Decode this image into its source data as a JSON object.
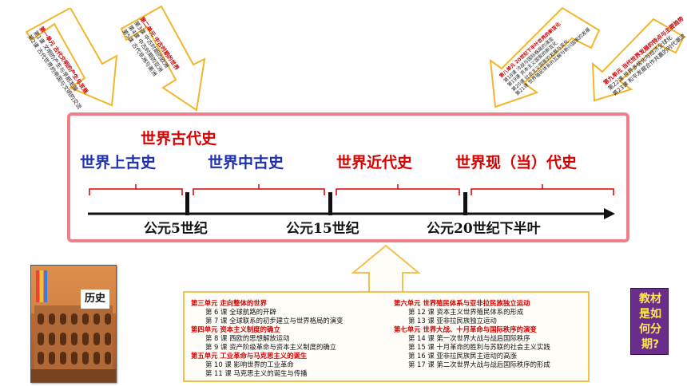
{
  "arrows": {
    "top_left_1": {
      "unit": "第一单元 古代文明的产生与发展",
      "lines": [
        "第1课 文明的产生与早期发展",
        "第2课 古代世界的帝国与文明的交流"
      ]
    },
    "top_left_2": {
      "unit": "第二单元 中古时期的世界",
      "lines": [
        "第3课 中古时期的欧洲",
        "第4课 中古时期的亚洲",
        "第5课 古代非洲与美洲"
      ]
    },
    "top_right_1": {
      "unit": "第八单元 20世纪下半叶世界的新变化",
      "lines": [
        "第18课 冷战与国际格局的演变",
        "第19课 资本主义国家的新变化",
        "第20课 社会主义国家的发展与变化",
        "第21课 世界殖民体系的瓦解与新兴国家的发展"
      ]
    },
    "top_right_2": {
      "unit": "第九单元 当代世界发展的特点与主要趋势",
      "lines": [
        "第22课 世界多极化与经济全球化",
        "第23课 和平发展合作共赢的时代潮流"
      ]
    }
  },
  "timeline": {
    "era_ancient": "世界古代史",
    "era_early": "世界上古史",
    "era_medieval": "世界中古史",
    "era_modern": "世界近代史",
    "era_contemporary": "世界现（当）代史",
    "date_1": "公元5世纪",
    "date_2": "公元15世纪",
    "date_3": "公元20世纪下半叶"
  },
  "bottom_box": {
    "left_col": [
      {
        "unit": true,
        "text": "第三单元  走向整体的世界"
      },
      {
        "unit": false,
        "text": "第 6 课  全球航路的开辟"
      },
      {
        "unit": false,
        "text": "第 7 课  全球联系的初步建立与世界格局的演变"
      },
      {
        "unit": true,
        "text": "第四单元  资本主义制度的确立"
      },
      {
        "unit": false,
        "text": "第 8 课  西欧的思想解放运动"
      },
      {
        "unit": false,
        "text": "第 9 课  资产阶级革命与资本主义制度的确立"
      },
      {
        "unit": true,
        "text": "第五单元  工业革命与马克思主义的诞生"
      },
      {
        "unit": false,
        "text": "第 10 课  影响世界的工业革命"
      },
      {
        "unit": false,
        "text": "第 11 课  马克思主义的诞生与传播"
      }
    ],
    "right_col": [
      {
        "unit": true,
        "text": "第六单元  世界殖民体系与亚非拉民族独立运动"
      },
      {
        "unit": false,
        "text": "第 12 课  资本主义世界殖民体系的形成"
      },
      {
        "unit": false,
        "text": "第 13 课  亚非拉民族独立运动"
      },
      {
        "unit": true,
        "text": "第七单元  世界大战、十月革命与国际秩序的演变"
      },
      {
        "unit": false,
        "text": "第 14 课  第一次世界大战与战后国际秩序"
      },
      {
        "unit": false,
        "text": "第 15 课  十月革命的胜利与苏联的社会主义实践"
      },
      {
        "unit": false,
        "text": "第 16 课  亚非拉民族民主运动的高涨"
      },
      {
        "unit": false,
        "text": "第 17 课  第二次世界大战与战后国际秩序的形成"
      }
    ]
  },
  "book": {
    "title": "历史"
  },
  "question": {
    "text": "教材是如何分期?"
  },
  "colors": {
    "panel_border": "#f07f8c",
    "blue_text": "#1f2fb3",
    "red_text": "#d90000",
    "bottom_border": "#f2c14e",
    "question_bg": "#6b2d8c",
    "question_text": "#ffe94a"
  }
}
